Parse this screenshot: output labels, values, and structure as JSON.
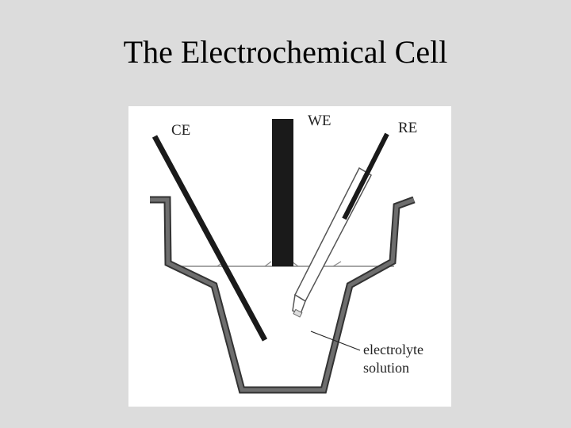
{
  "title": "The Electrochemical Cell",
  "diagram": {
    "labels": {
      "counter_electrode": "CE",
      "working_electrode": "WE",
      "reference_electrode": "RE",
      "electrolyte_line1": "electrolyte",
      "electrolyte_line2": "solution"
    },
    "colors": {
      "background": "#dcdcdc",
      "panel": "#ffffff",
      "vessel_wall": "#555555",
      "electrode": "#1a1a1a"
    }
  }
}
